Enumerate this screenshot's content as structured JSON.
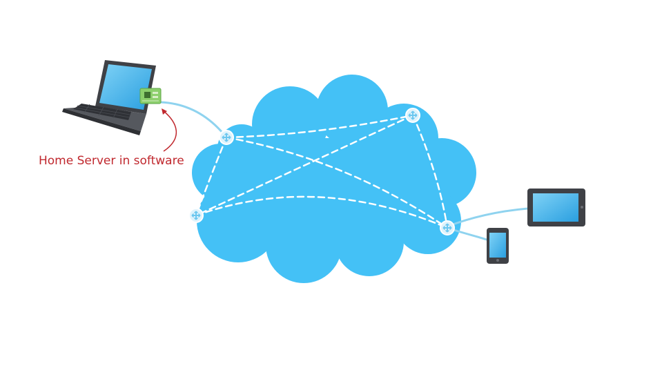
{
  "annotation": {
    "label": "Home Server in software"
  },
  "nodes": [
    {
      "id": "router-top-left",
      "icon": "router-icon"
    },
    {
      "id": "router-top-right",
      "icon": "router-icon"
    },
    {
      "id": "router-bottom-left",
      "icon": "router-icon"
    },
    {
      "id": "router-bottom-right",
      "icon": "router-icon"
    }
  ],
  "devices": [
    {
      "id": "laptop",
      "icon": "laptop-icon"
    },
    {
      "id": "tablet",
      "icon": "tablet-icon"
    },
    {
      "id": "smartphone",
      "icon": "smartphone-icon"
    },
    {
      "id": "server-card",
      "icon": "circuit-board-icon"
    }
  ],
  "colors": {
    "cloud": "#44c1f6",
    "link": "#8fd3ef",
    "dashed": "#ffffff",
    "annotation": "#c0282e",
    "device_body": "#3f4146",
    "screen": "#3aaeea",
    "board": "#8ccf6c"
  }
}
